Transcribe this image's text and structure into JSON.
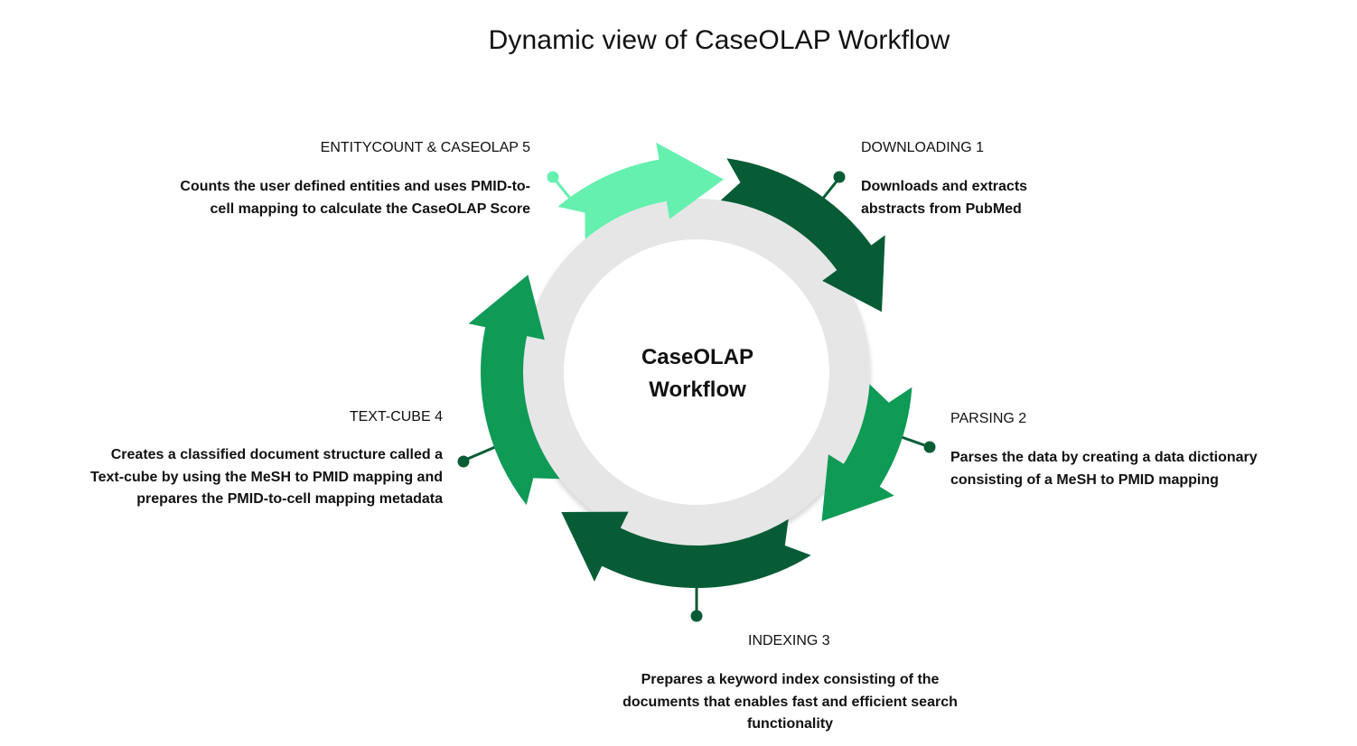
{
  "title": "Dynamic view of CaseOLAP Workflow",
  "center_label": {
    "line1": "CaseOLAP",
    "line2": "Workflow"
  },
  "steps": [
    {
      "heading": "DOWNLOADING 1",
      "description": "Downloads and extracts abstracts from PubMed",
      "color": "#075C36"
    },
    {
      "heading": "PARSING 2",
      "description": "Parses the data by creating a data dictionary consisting of a MeSH to PMID mapping",
      "color": "#0F9A56"
    },
    {
      "heading": "INDEXING 3",
      "description": "Prepares a keyword index consisting of the documents that enables fast and efficient search functionality",
      "color": "#075C36"
    },
    {
      "heading": "TEXT-CUBE 4",
      "description": "Creates a classified  document structure called a Text-cube by using the MeSH to PMID mapping and prepares the PMID-to-cell mapping metadata",
      "color": "#0F9A56"
    },
    {
      "heading": "ENTITYCOUNT & CASEOLAP 5",
      "description": "Counts the user defined entities and uses PMID-to-cell mapping to calculate the CaseOLAP Score",
      "color": "#66F0B0"
    }
  ],
  "colors": {
    "inner_disk": "#E6E6E6",
    "dark_green": "#075C36",
    "mid_green": "#0F9A56",
    "light_green": "#66F0B0"
  }
}
